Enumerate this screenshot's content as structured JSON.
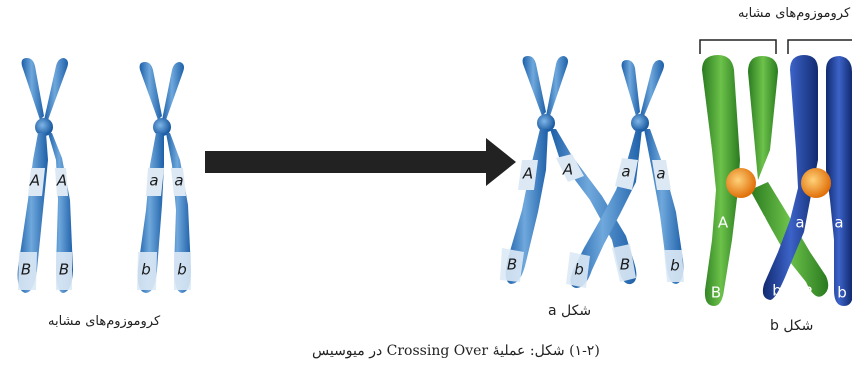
{
  "labels": {
    "homologous_left": "کروموزوم‌های مشابه",
    "homologous_right": "کروموزوم‌های مشابه",
    "shape_a": "شکل a",
    "shape_b": "شکل b",
    "caption": "(۱-۲) شکل: عملیهٔ Crossing Over در میوسیس"
  },
  "genes": {
    "upper_dominant": "A",
    "upper_recessive": "a",
    "lower_dominant": "B",
    "lower_recessive": "b"
  },
  "colors": {
    "chromatid_blue": "#3f7fc4",
    "band_light": "#dce9f5",
    "green": "#3f9a2f",
    "navy": "#1f3f95",
    "centromere": "#f08a1a",
    "arrow": "#222222"
  },
  "icons": [
    "right-arrow-icon"
  ]
}
